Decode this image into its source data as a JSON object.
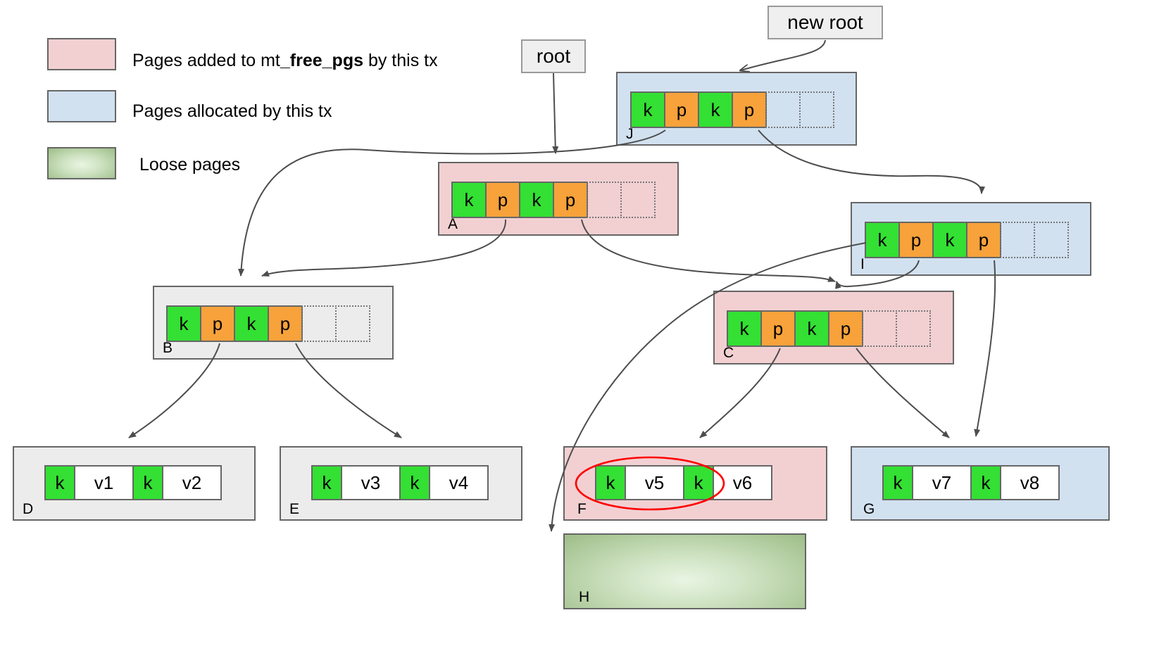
{
  "legend": {
    "items": [
      {
        "name": "free-pages",
        "color": "#f2d0d2",
        "text_before": "Pages added to mt",
        "text_bold": "_free_pgs",
        "text_after": " by this tx"
      },
      {
        "name": "allocated-pages",
        "color": "#d2e1f0",
        "text_before": "Pages allocated by this tx",
        "text_bold": "",
        "text_after": ""
      },
      {
        "name": "loose-pages",
        "color": "#9dbd87",
        "text_before": "Loose pages",
        "text_bold": "",
        "text_after": ""
      }
    ]
  },
  "callouts": {
    "root": "root",
    "new_root": "new root"
  },
  "cell_labels": {
    "key": "k",
    "pointer": "p"
  },
  "nodes": {
    "J": {
      "label": "J",
      "kind": "internal",
      "fill": "allocated",
      "cells": [
        "k",
        "p",
        "k",
        "p"
      ]
    },
    "A": {
      "label": "A",
      "kind": "internal",
      "fill": "free",
      "cells": [
        "k",
        "p",
        "k",
        "p"
      ]
    },
    "I": {
      "label": "I",
      "kind": "internal",
      "fill": "allocated",
      "cells": [
        "k",
        "p",
        "k",
        "p"
      ]
    },
    "B": {
      "label": "B",
      "kind": "internal",
      "fill": "normal",
      "cells": [
        "k",
        "p",
        "k",
        "p"
      ]
    },
    "C": {
      "label": "C",
      "kind": "internal",
      "fill": "free",
      "cells": [
        "k",
        "p",
        "k",
        "p"
      ]
    },
    "D": {
      "label": "D",
      "kind": "leaf",
      "fill": "normal",
      "cells": [
        "k",
        "v1",
        "k",
        "v2"
      ]
    },
    "E": {
      "label": "E",
      "kind": "leaf",
      "fill": "normal",
      "cells": [
        "k",
        "v3",
        "k",
        "v4"
      ]
    },
    "F": {
      "label": "F",
      "kind": "leaf",
      "fill": "free",
      "cells": [
        "k",
        "v5",
        "k",
        "v6"
      ],
      "highlighted": true
    },
    "G": {
      "label": "G",
      "kind": "leaf",
      "fill": "allocated",
      "cells": [
        "k",
        "v7",
        "k",
        "v8"
      ]
    },
    "H": {
      "label": "H",
      "kind": "loose",
      "fill": "loose",
      "cells": []
    }
  },
  "colors": {
    "free_pages": "#f2d0d2",
    "allocated_pages": "#d2e1f0",
    "normal_page": "#ececec",
    "loose_page": "#9dbd87",
    "key_cell": "#33e033",
    "pointer_cell": "#f7a23b",
    "value_cell": "#ffffff",
    "border": "#666666",
    "edge": "#4d4d4d",
    "highlight": "#ff0000"
  },
  "edges": [
    {
      "from": "root-callout",
      "to": "A"
    },
    {
      "from": "new-root-callout",
      "to": "J"
    },
    {
      "from": "J.p1",
      "to": "B"
    },
    {
      "from": "J.p2",
      "to": "I"
    },
    {
      "from": "A.p1",
      "to": "B"
    },
    {
      "from": "A.p2",
      "to": "C"
    },
    {
      "from": "I.p1",
      "to": "C"
    },
    {
      "from": "I.p2",
      "to": "G"
    },
    {
      "from": "I.leftcurve",
      "to": "H"
    },
    {
      "from": "B.p1",
      "to": "D"
    },
    {
      "from": "B.p2",
      "to": "E"
    },
    {
      "from": "C.p1",
      "to": "F"
    },
    {
      "from": "C.p2",
      "to": "G"
    }
  ]
}
